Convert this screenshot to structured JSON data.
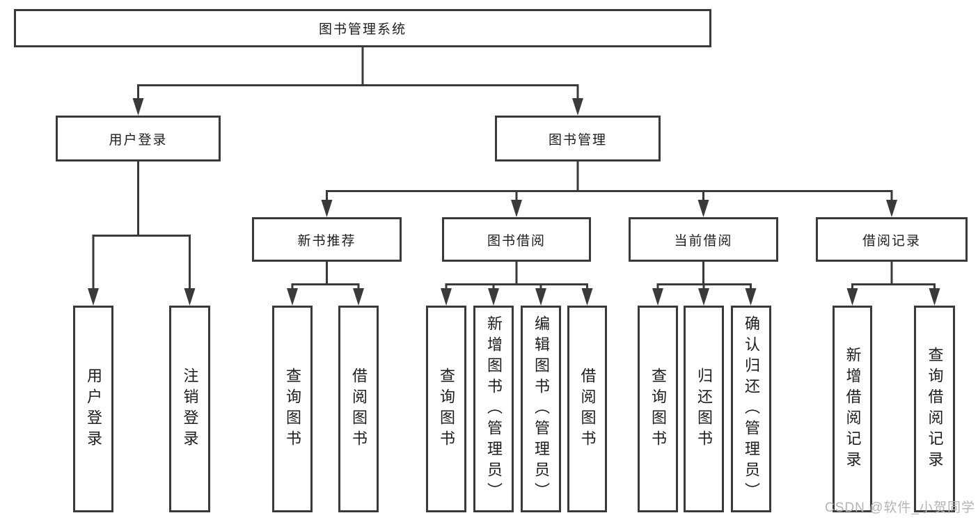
{
  "diagram": {
    "type": "hierarchy-tree",
    "colors": {
      "line": "#3a3a3a",
      "box_border": "#3a3a3a",
      "text": "#1d1d1d",
      "background": "#ffffff",
      "watermark": "#b4b4b4"
    },
    "tree": {
      "label": "图书管理系统",
      "children": [
        {
          "label": "用户登录",
          "children": [
            {
              "label": "用户登录"
            },
            {
              "label": "注销登录"
            }
          ]
        },
        {
          "label": "图书管理",
          "children": [
            {
              "label": "新书推荐",
              "children": [
                {
                  "label": "查询图书"
                },
                {
                  "label": "借阅图书"
                }
              ]
            },
            {
              "label": "图书借阅",
              "children": [
                {
                  "label": "查询图书"
                },
                {
                  "label": "新增图书（管理员）"
                },
                {
                  "label": "编辑图书（管理员）"
                },
                {
                  "label": "借阅图书"
                }
              ]
            },
            {
              "label": "当前借阅",
              "children": [
                {
                  "label": "查询图书"
                },
                {
                  "label": "归还图书"
                },
                {
                  "label": "确认归还（管理员）"
                }
              ]
            },
            {
              "label": "借阅记录",
              "children": [
                {
                  "label": "新增借阅记录"
                },
                {
                  "label": "查询借阅记录"
                }
              ]
            }
          ]
        }
      ]
    },
    "watermark": {
      "text": "CSDN @软件_小贺同学"
    }
  }
}
